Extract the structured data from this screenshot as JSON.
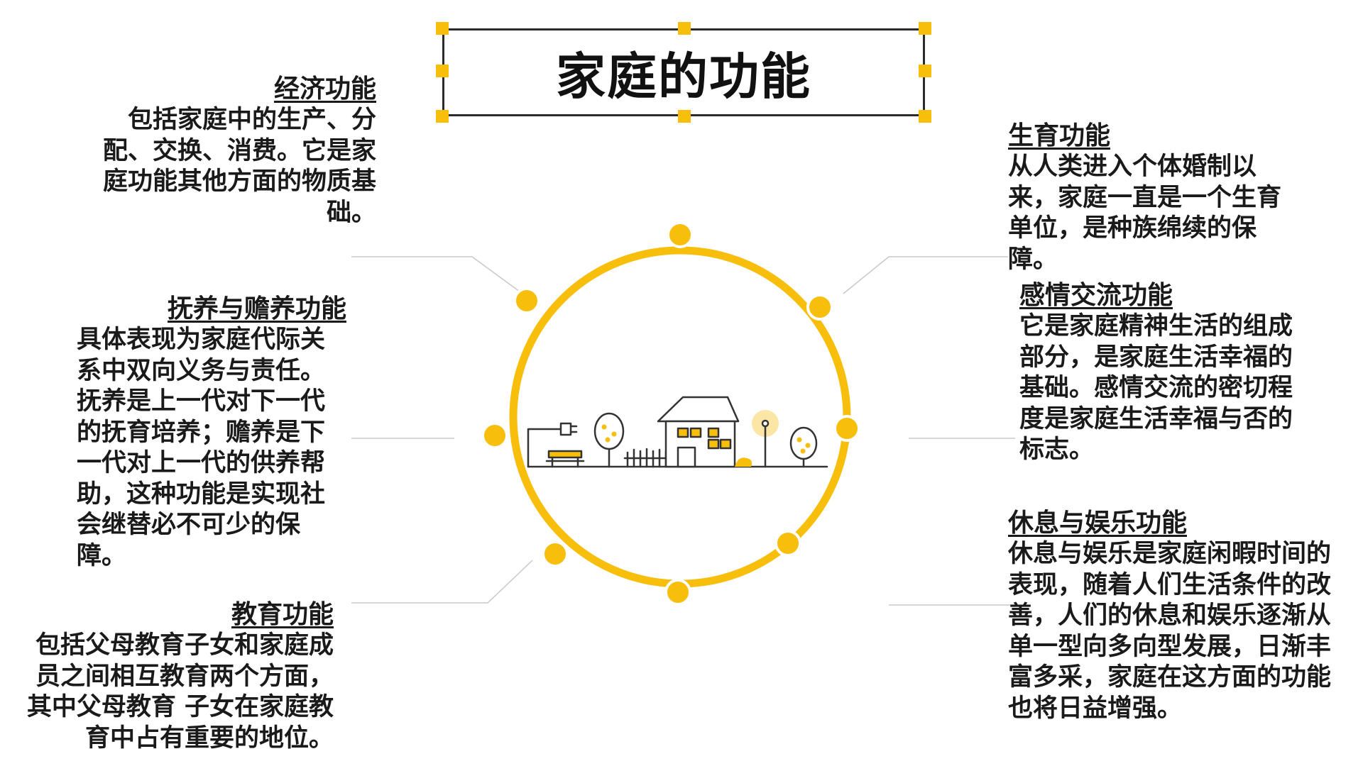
{
  "title": "家庭的功能",
  "colors": {
    "accent": "#f7be0c",
    "text": "#1a1a1a",
    "line": "#cccccc",
    "dark": "#2b2b2b"
  },
  "functions": [
    {
      "id": "economy",
      "heading": "经济功能",
      "body": "包括家庭中的生产、分配、交换、消费。它是家庭功能其他方面的物质基础。"
    },
    {
      "id": "support",
      "heading": "抚养与赡养功能",
      "body": "具体表现为家庭代际关系中双向义务与责任。抚养是上一代对下一代的抚育培养；赡养是下一代对上一代的供养帮助，这种功能是实现社会继替必不可少的保障。"
    },
    {
      "id": "education",
      "heading": "教育功能",
      "body": "包括父母教育子女和家庭成员之间相互教育两个方面，其中父母教育  子女在家庭教育中占有重要的地位。"
    },
    {
      "id": "reproduction",
      "heading": "生育功能",
      "body": "从人类进入个体婚制以来，家庭一直是一个生育单位，是种族绵续的保障。"
    },
    {
      "id": "emotion",
      "heading": "感情交流功能",
      "body": "它是家庭精神生活的组成部分，是家庭生活幸福的基础。感情交流的密切程度是家庭生活幸福与否的标志。"
    },
    {
      "id": "leisure",
      "heading": "休息与娱乐功能",
      "body": "休息与娱乐是家庭闲暇时间的表现，随着人们生活条件的改善，人们的休息和娱乐逐渐从单一型向多向型发展，日渐丰富多采，家庭在这方面的功能也将日益增强。"
    }
  ],
  "illustration": {
    "icons": [
      "plug-icon",
      "bench-icon",
      "tree-icon",
      "fence-icon",
      "house-icon",
      "bush-icon",
      "street-lamp-icon",
      "tree-icon"
    ]
  }
}
